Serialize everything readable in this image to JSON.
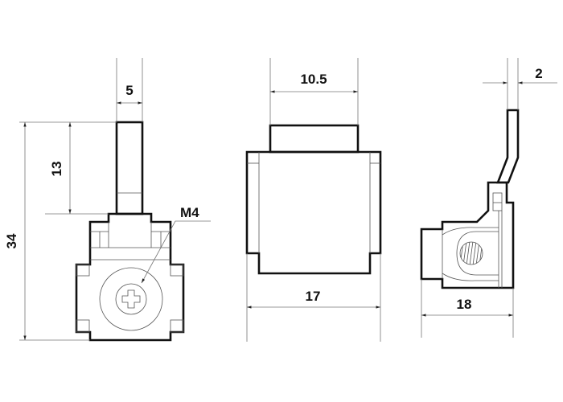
{
  "front_view": {
    "width_label": "5",
    "stem_height_label": "13",
    "total_height_label": "34",
    "thread_label": "M4"
  },
  "top_view": {
    "top_width_label": "10.5",
    "body_width_label": "17"
  },
  "side_view": {
    "thickness_label": "2",
    "depth_label": "18"
  }
}
